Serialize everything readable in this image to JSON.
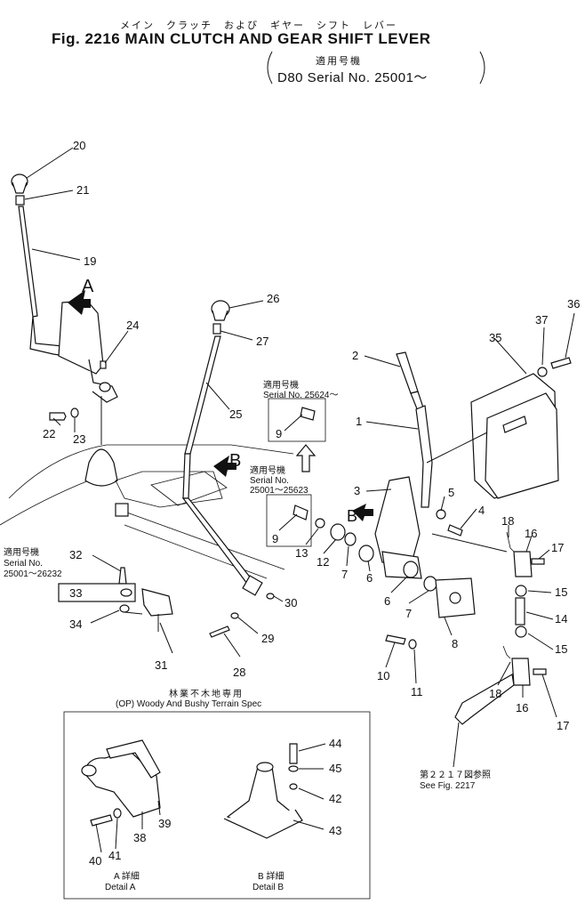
{
  "header": {
    "title_jp": "メイン　クラッチ　および　ギヤー　シフト　レバー",
    "title_en": "Fig. 2216 MAIN CLUTCH AND GEAR SHIFT LEVER",
    "applic_jp": "適用号機",
    "serial_line": "D80 Serial No. 25001～"
  },
  "annotations": {
    "box_upper_jp": "適用号機",
    "box_upper_en": "Serial No. 25624～",
    "box_lower_jp": "適用号機",
    "box_lower_en": "25001～25623",
    "left_jp": "適用号機",
    "left_en1": "Serial No.",
    "left_en2": "25001～26232",
    "arrow_a": "A",
    "arrow_b": "B",
    "arrow_b2": "B",
    "option_jp": "林業不木地専用",
    "option_en": "(OP) Woody And Bushy Terrain Spec",
    "see_jp": "第２２１７図参照",
    "see_en": "See Fig. 2217",
    "detail_a_jp": "A 詳細",
    "detail_a_en": "Detail A",
    "detail_b_jp": "B 詳細",
    "detail_b_en": "Detail B"
  },
  "parts": {
    "p1": "1",
    "p2": "2",
    "p3": "3",
    "p4": "4",
    "p5": "5",
    "p6a": "6",
    "p6b": "6",
    "p7a": "7",
    "p7b": "7",
    "p8": "8",
    "p9a": "9",
    "p9b": "9",
    "p10": "10",
    "p11": "11",
    "p12": "12",
    "p13": "13",
    "p14": "14",
    "p15a": "15",
    "p15b": "15",
    "p16a": "16",
    "p16b": "16",
    "p17a": "17",
    "p17b": "17",
    "p18a": "18",
    "p18b": "18",
    "p19": "19",
    "p20": "20",
    "p21": "21",
    "p22": "22",
    "p23": "23",
    "p24": "24",
    "p25": "25",
    "p26": "26",
    "p27": "27",
    "p28": "28",
    "p29": "29",
    "p30": "30",
    "p31": "31",
    "p32": "32",
    "p33": "33",
    "p34": "34",
    "p35": "35",
    "p36": "36",
    "p37": "37",
    "p38": "38",
    "p39": "39",
    "p40": "40",
    "p41": "41",
    "p42": "42",
    "p43": "43",
    "p44": "44",
    "p45": "45"
  }
}
